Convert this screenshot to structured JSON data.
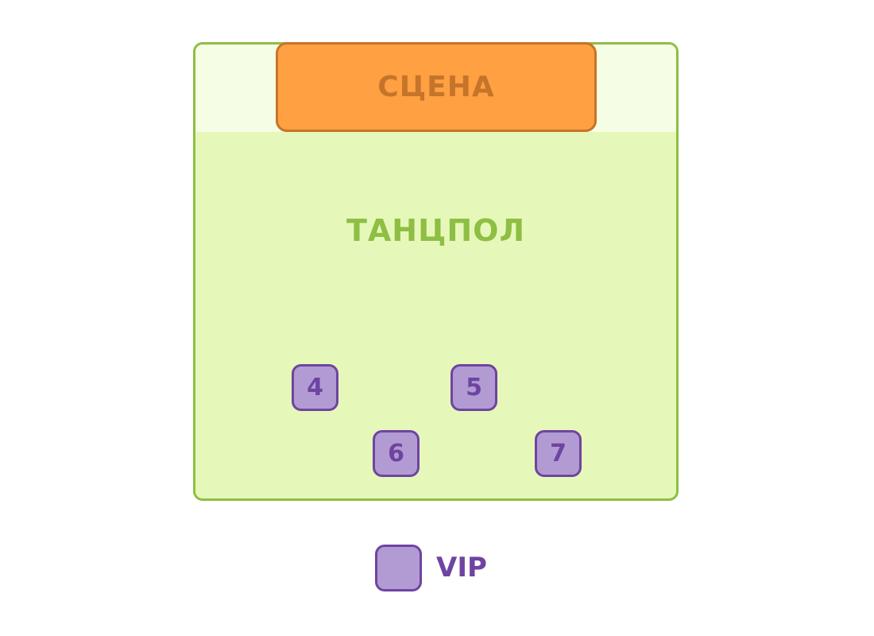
{
  "map": {
    "stage_label": "СЦЕНА",
    "dancefloor_label": "ТАНЦПОЛ",
    "tables": [
      {
        "number": "4",
        "zone": "VIP"
      },
      {
        "number": "5",
        "zone": "VIP"
      },
      {
        "number": "6",
        "zone": "VIP"
      },
      {
        "number": "7",
        "zone": "VIP"
      }
    ]
  },
  "legend": {
    "items": [
      {
        "label": "VIP"
      }
    ]
  },
  "colors": {
    "dancefloor_fill": "#e6f8b9",
    "dancefloor_border": "#8ebe44",
    "stage_fill": "#ffa042",
    "stage_border": "#c77427",
    "vip_fill": "#b29bd2",
    "vip_border": "#6f44a1"
  }
}
